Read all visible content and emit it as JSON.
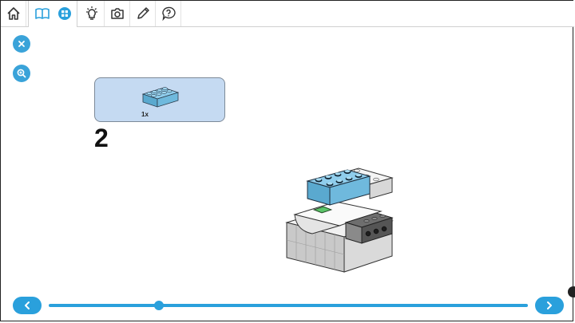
{
  "toolbar": {
    "icons": [
      "home-icon",
      "book-icon",
      "grid-icon",
      "lightbulb-icon",
      "camera-icon",
      "pencil-icon",
      "help-icon"
    ]
  },
  "controls": {
    "close_icon": "close-icon",
    "zoom_icon": "zoom-in-icon"
  },
  "parts": {
    "quantity": "1x",
    "part": "light-blue-2x4-brick"
  },
  "step": {
    "number": "2"
  },
  "progress": {
    "value": 0.23
  },
  "colors": {
    "accent": "#2aa0dc",
    "parts_bg": "#c5daf2",
    "brick_blue": "#7ec4e6"
  }
}
